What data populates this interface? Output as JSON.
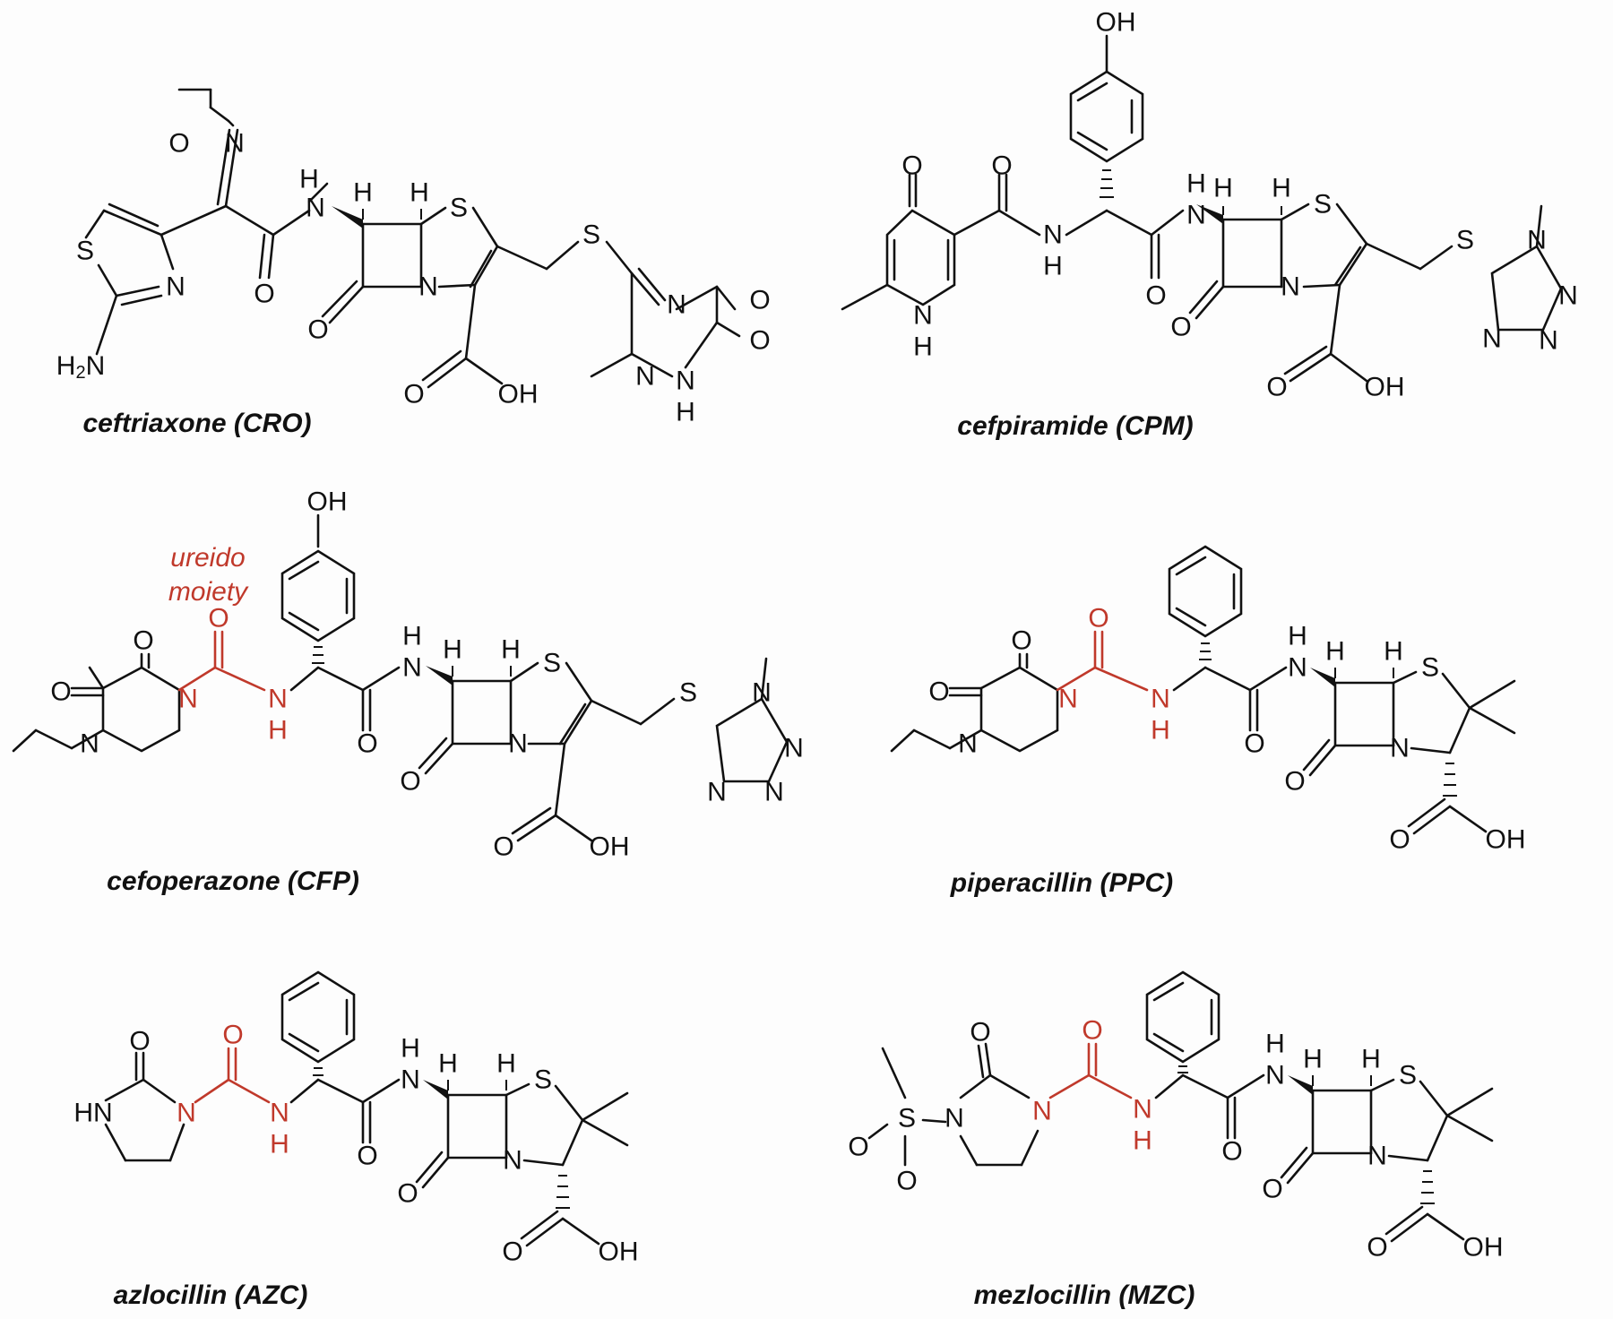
{
  "colors": {
    "ink": "#111111",
    "highlight": "#c0392b",
    "background": "#fdfdfd"
  },
  "annotation": {
    "line1": "ureido",
    "line2": "moiety"
  },
  "compounds": [
    {
      "caption": "ceftriaxone (CRO)",
      "labels": [
        "S",
        "N",
        "H2N",
        "N",
        "O",
        "O",
        "N",
        "H",
        "H",
        "H",
        "N",
        "S",
        "O",
        "O",
        "OH",
        "S",
        "N",
        "O",
        "O",
        "N",
        "N",
        "H"
      ]
    },
    {
      "caption": "cefpiramide (CPM)",
      "labels": [
        "OH",
        "O",
        "N",
        "H",
        "O",
        "N",
        "H",
        "O",
        "N",
        "H",
        "H",
        "H",
        "S",
        "N",
        "O",
        "O",
        "OH",
        "S",
        "N",
        "N",
        "N",
        "N"
      ]
    },
    {
      "caption": "cefoperazone (CFP)",
      "labels": [
        "OH",
        "O",
        "O",
        "N",
        "N",
        "O",
        "N",
        "H",
        "O",
        "N",
        "H",
        "H",
        "H",
        "S",
        "N",
        "O",
        "O",
        "OH",
        "S",
        "N",
        "N",
        "N",
        "N"
      ]
    },
    {
      "caption": "piperacillin (PPC)",
      "labels": [
        "O",
        "O",
        "N",
        "N",
        "O",
        "N",
        "H",
        "O",
        "N",
        "H",
        "H",
        "H",
        "S",
        "N",
        "O",
        "O",
        "OH"
      ]
    },
    {
      "caption": "azlocillin (AZC)",
      "labels": [
        "O",
        "HN",
        "N",
        "O",
        "N",
        "H",
        "O",
        "N",
        "H",
        "H",
        "H",
        "S",
        "N",
        "O",
        "O",
        "OH"
      ]
    },
    {
      "caption": "mezlocillin (MZC)",
      "labels": [
        "O",
        "O",
        "S",
        "O",
        "N",
        "N",
        "O",
        "N",
        "H",
        "O",
        "N",
        "H",
        "H",
        "H",
        "S",
        "N",
        "O",
        "O",
        "OH"
      ]
    }
  ]
}
